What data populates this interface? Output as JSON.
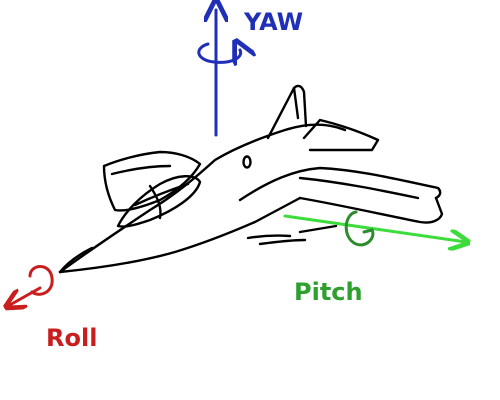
{
  "axes": {
    "yaw": {
      "label": "YAW",
      "color": "#1f2fb8"
    },
    "pitch": {
      "label": "Pitch",
      "color": "#2ea02e",
      "arrow_color": "#3ddc3d"
    },
    "roll": {
      "label": "Roll",
      "color": "#c81e1e"
    }
  },
  "airplane": {
    "color": "#000000"
  }
}
